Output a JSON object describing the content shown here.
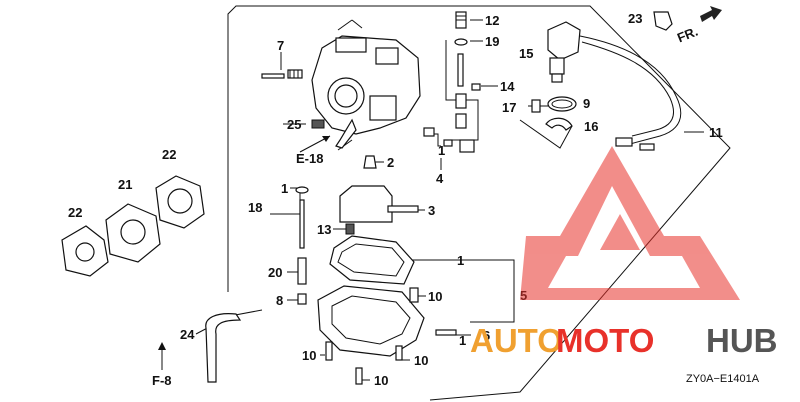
{
  "diagram": {
    "callouts": [
      {
        "id": "c12",
        "label": "12"
      },
      {
        "id": "c19",
        "label": "19"
      },
      {
        "id": "c14",
        "label": "14"
      },
      {
        "id": "c7",
        "label": "7"
      },
      {
        "id": "c25",
        "label": "25"
      },
      {
        "id": "c2",
        "label": "2"
      },
      {
        "id": "c1a",
        "label": "1"
      },
      {
        "id": "c4",
        "label": "4"
      },
      {
        "id": "c1b",
        "label": "1"
      },
      {
        "id": "c18",
        "label": "18"
      },
      {
        "id": "c3",
        "label": "3"
      },
      {
        "id": "c13",
        "label": "13"
      },
      {
        "id": "c20",
        "label": "20"
      },
      {
        "id": "c8",
        "label": "8"
      },
      {
        "id": "c1c",
        "label": "1"
      },
      {
        "id": "c5",
        "label": "5"
      },
      {
        "id": "c10a",
        "label": "10"
      },
      {
        "id": "c1d",
        "label": "1"
      },
      {
        "id": "c6",
        "label": "6"
      },
      {
        "id": "c10b",
        "label": "10"
      },
      {
        "id": "c10c",
        "label": "10"
      },
      {
        "id": "c10d",
        "label": "10"
      },
      {
        "id": "c24",
        "label": "24"
      },
      {
        "id": "c22a",
        "label": "22"
      },
      {
        "id": "c21",
        "label": "21"
      },
      {
        "id": "c22b",
        "label": "22"
      },
      {
        "id": "c23",
        "label": "23"
      },
      {
        "id": "c15",
        "label": "15"
      },
      {
        "id": "c9",
        "label": "9"
      },
      {
        "id": "c17",
        "label": "17"
      },
      {
        "id": "c16",
        "label": "16"
      },
      {
        "id": "c11",
        "label": "11"
      }
    ],
    "references": {
      "e18": "E-18",
      "f8": "F-8"
    },
    "direction_label": "FR.",
    "diagram_code": "ZY0A−E1401A"
  },
  "watermark": {
    "part1": "AUTO",
    "part2": "MOTO",
    "part3": "HUB",
    "colors": {
      "triangle": "#e8312a",
      "auto": "#f0a030",
      "moto": "#e8312a",
      "hub": "#555555"
    }
  }
}
